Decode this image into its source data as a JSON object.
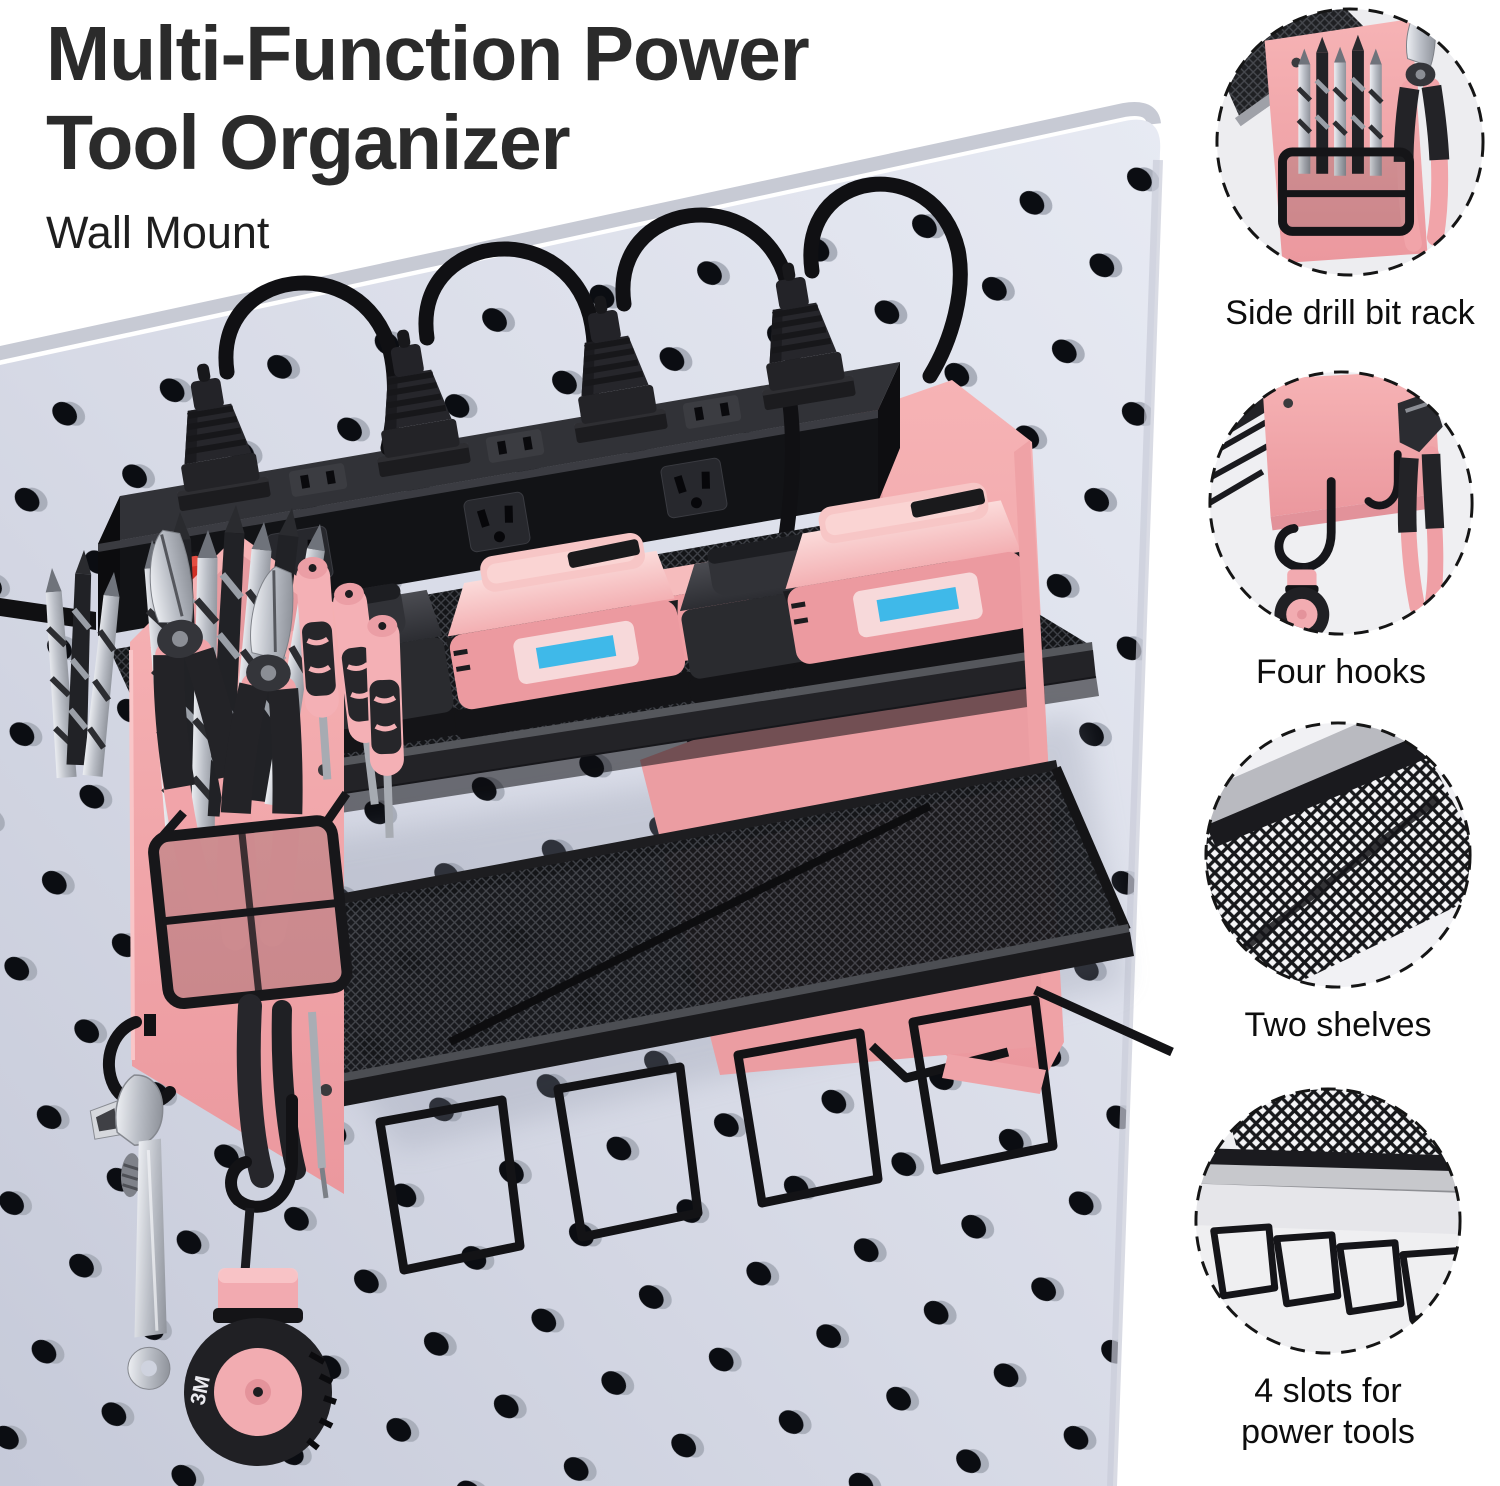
{
  "title": {
    "line1": "Multi-Function Power",
    "line2": "Tool Organizer",
    "subtitle": "Wall Mount"
  },
  "features": [
    {
      "id": "side-drill-bit-rack",
      "label": "Side drill bit rack"
    },
    {
      "id": "four-hooks",
      "label": "Four hooks"
    },
    {
      "id": "two-shelves",
      "label": "Two shelves"
    },
    {
      "id": "four-slots",
      "label": "4 slots for power tools"
    }
  ],
  "product": {
    "tape_measure_label": "3M"
  },
  "colors": {
    "pegboard": "#d9dce8",
    "pegboard_hole": "#0b0d12",
    "organizer_pink": "#f2a6aa",
    "battery_pink": "#f3aeb1",
    "blue_accent": "#3fb9e9",
    "red_switch": "#d03026",
    "metal_black": "#17181b",
    "title_text": "#2b2b2b",
    "label_text": "#0d0d0d"
  }
}
